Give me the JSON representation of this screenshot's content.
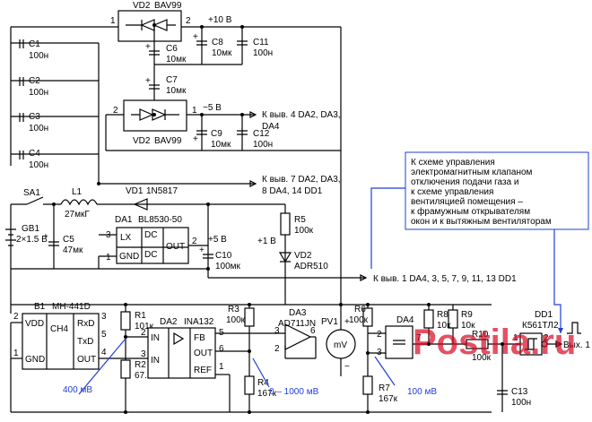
{
  "components": {
    "vd2_top": {
      "ref": "VD2",
      "part": "BAV99",
      "pin1": "1",
      "pin2": "2"
    },
    "vd2_bot": {
      "ref": "VD2",
      "part": "BAV99",
      "pin1": "2",
      "pin2": "1"
    },
    "c1": {
      "ref": "C1",
      "value": "100н"
    },
    "c2": {
      "ref": "C2",
      "value": "100н"
    },
    "c3": {
      "ref": "C3",
      "value": "100н"
    },
    "c4": {
      "ref": "C4",
      "value": "100н"
    },
    "c5": {
      "ref": "C5",
      "value": "47мк"
    },
    "c6": {
      "ref": "C6",
      "value": "10мк"
    },
    "c7": {
      "ref": "C7",
      "value": "10мк"
    },
    "c8": {
      "ref": "C8",
      "value": "10мк"
    },
    "c9": {
      "ref": "C9",
      "value": "10мк"
    },
    "c10": {
      "ref": "C10",
      "value": "100мк"
    },
    "c11": {
      "ref": "C11",
      "value": "100н"
    },
    "c12": {
      "ref": "C12",
      "value": "100н"
    },
    "c13": {
      "ref": "C13",
      "value": "100н"
    },
    "l1": {
      "ref": "L1",
      "value": "27мкГ"
    },
    "vd1": {
      "ref": "VD1",
      "part": "1N5817"
    },
    "sa1": {
      "ref": "SA1"
    },
    "gb1": {
      "ref": "GB1",
      "value": "2×1.5 В"
    },
    "da1": {
      "ref": "DA1",
      "part": "BL8530-50",
      "lx": "LX",
      "dc1": "DC",
      "dc2": "DC",
      "gnd": "GND",
      "out": "OUT",
      "p1": "1",
      "p2": "2",
      "p3": "3"
    },
    "r5": {
      "ref": "R5",
      "value": "100к"
    },
    "vd2_ref": {
      "ref": "VD2",
      "part": "ADR510"
    },
    "b1": {
      "ref": "B1",
      "part": "MH-441D",
      "vdd": "VDD",
      "gnd": "GND",
      "ch4": "CH4",
      "rxd": "RxD",
      "txd": "TxD",
      "out": "OUT",
      "p1": "1",
      "p2": "2",
      "p3": "3",
      "p4": "4",
      "p5": "5"
    },
    "r1": {
      "ref": "R1",
      "value": "101к"
    },
    "r2": {
      "ref": "R2",
      "value": "67.3к"
    },
    "da2": {
      "ref": "DA2",
      "part": "INA132",
      "in_inv": "IN",
      "in": "IN",
      "fb": "FB",
      "out": "OUT",
      "ref_pin": "REF",
      "p2": "2",
      "p3": "3",
      "p5": "5",
      "p6": "6",
      "p1": "1"
    },
    "r3": {
      "ref": "R3",
      "value": "100к"
    },
    "r4": {
      "ref": "R4",
      "value": "167к"
    },
    "da3": {
      "ref": "DA3",
      "part": "AD711JN",
      "p2": "2",
      "p3": "3",
      "p6": "6"
    },
    "pv1": {
      "ref": "PV1",
      "sym": "mV",
      "plus": "+",
      "minus": "−"
    },
    "r6": {
      "ref": "R6",
      "value": "100к"
    },
    "r7": {
      "ref": "R7",
      "value": "167к"
    },
    "da4": {
      "ref": "DA4",
      "p2": "2",
      "p3": "3",
      "p7": "7"
    },
    "r8": {
      "ref": "R8",
      "value": "10к"
    },
    "r9": {
      "ref": "R9",
      "value": "10к"
    },
    "r10": {
      "ref": "R10",
      "value": "100к"
    },
    "dd1": {
      "ref": "DD1",
      "part": "К561ТЛ2",
      "p1": "1",
      "p2": "2"
    }
  },
  "nets": {
    "plus10": "+10 В",
    "minus5": "−5 В",
    "plus5": "+5 В",
    "plus1": "+1 В",
    "pin4_line1": "К выв. 4 DA2, DA3,",
    "pin4_line2": "DA4",
    "pin7_line1": "К выв. 7 DA2, DA3,",
    "pin7_line2": "8 DA4, 14 DD1",
    "pin1_label": "К выв. 1 DA4, 3, 5, 7, 9, 11, 13 DD1",
    "output": "Вых. 1"
  },
  "annotations": {
    "v400_left": "400 мВ",
    "v0_1000": "0 – 1000 мВ",
    "v100": "100 мВ"
  },
  "note": {
    "line1": "К схеме управления",
    "line2": "электромагнитным клапаном",
    "line3": "отключения подачи газа и",
    "line4": "к схеме управления",
    "line5": "вентиляцией помещения –",
    "line6": "к фрамужным открывателям",
    "line7": "окон и к вытяжным вентиляторам"
  },
  "watermark": {
    "text": "Postila.ru"
  },
  "colors": {
    "wire": "#000000",
    "annotation": "#1f3fd6",
    "watermark": "#d6001c"
  }
}
